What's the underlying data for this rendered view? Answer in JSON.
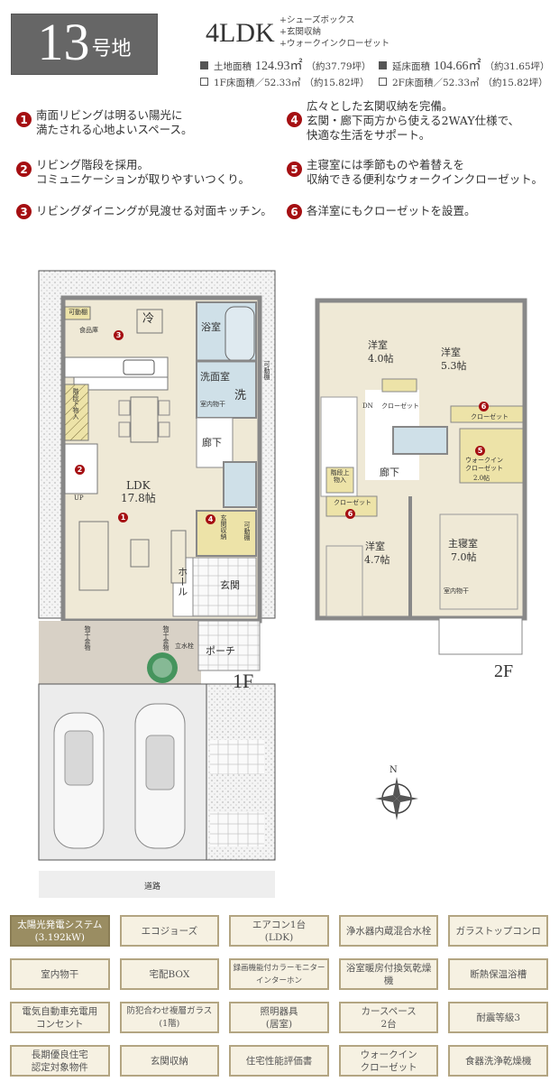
{
  "header": {
    "lot_number": "13",
    "lot_suffix": "号地",
    "plan_type": "4LDK",
    "plan_extras": [
      "+シューズボックス",
      "+玄関収納",
      "+ウォークインクローゼット"
    ],
    "areas": {
      "land_label": "土地面積",
      "land_value": "124.93㎡",
      "land_tsubo": "（約37.79坪）",
      "total_floor_label": "延床面積",
      "total_floor_value": "104.66㎡",
      "total_floor_tsubo": "（約31.65坪）",
      "floor1_label": "1F床面積／52.33㎡",
      "floor1_tsubo": "（約15.82坪）",
      "floor2_label": "2F床面積／52.33㎡",
      "floor2_tsubo": "（約15.82坪）"
    }
  },
  "features": [
    {
      "num": "1",
      "lines": [
        "南面リビングは明るい陽光に",
        "満たされる心地よいスペース。"
      ]
    },
    {
      "num": "2",
      "lines": [
        "リビング階段を採用。",
        "コミュニケーションが取りやすいつくり。"
      ]
    },
    {
      "num": "3",
      "lines": [
        "リビングダイニングが見渡せる対面キッチン。"
      ]
    },
    {
      "num": "4",
      "lines": [
        "広々とした玄関収納を完備。",
        "玄関・廊下両方から使える2WAY仕様で、",
        "快適な生活をサポート。"
      ]
    },
    {
      "num": "5",
      "lines": [
        "主寝室には季節ものや着替えを",
        "収納できる便利なウォークインクローゼット。"
      ]
    },
    {
      "num": "6",
      "lines": [
        "各洋室にもクローゼットを設置。"
      ]
    }
  ],
  "floor1": {
    "label": "1F",
    "rooms": {
      "shelf1": "可動棚",
      "pantry": "食品庫",
      "fridge": "冷",
      "bath": "浴室",
      "washroom": "洗面室",
      "washer": "洗",
      "indoor_dry": "室内物干",
      "shelf2": "可動棚",
      "stair_storage": "階段下物入",
      "hall": "廊下",
      "up": "UP",
      "ldk": "LDK",
      "ldk_size": "17.8帖",
      "entry_storage": "玄関収納",
      "shelf3": "可動棚",
      "holl": "ホール",
      "entrance": "玄関",
      "porch": "ポーチ",
      "faucet": "立水栓",
      "clothes_pole1": "物干金物",
      "clothes_pole2": "物干金物"
    },
    "markers": [
      "3",
      "2",
      "1",
      "4"
    ],
    "road": "道路"
  },
  "floor2": {
    "label": "2F",
    "rooms": {
      "western1": "洋室",
      "western1_size": "4.0帖",
      "western2": "洋室",
      "western2_size": "5.3帖",
      "dn": "DN",
      "closet1": "クローゼット",
      "closet2": "クローゼット",
      "wic": "ウォークイン",
      "wic2": "クローゼット",
      "wic_size": "2.0帖",
      "stair_storage": "階段上物入",
      "hall": "廊下",
      "closet3": "クローゼット",
      "western3": "洋室",
      "western3_size": "4.7帖",
      "master": "主寝室",
      "master_size": "7.0帖",
      "indoor_dry": "室内物干"
    },
    "markers": [
      "6",
      "5",
      "6"
    ]
  },
  "compass": {
    "label": "N"
  },
  "specs": [
    {
      "line1": "太陽光発電システム",
      "line2": "(3.192kW)",
      "highlight": true
    },
    {
      "line1": "エコジョーズ",
      "line2": ""
    },
    {
      "line1": "エアコン1台",
      "line2": "(LDK)"
    },
    {
      "line1": "浄水器内蔵混合水栓",
      "line2": ""
    },
    {
      "line1": "ガラストップコンロ",
      "line2": ""
    },
    {
      "line1": "室内物干",
      "line2": ""
    },
    {
      "line1": "宅配BOX",
      "line2": ""
    },
    {
      "line1": "録画機能付カラーモニター",
      "line2": "インターホン"
    },
    {
      "line1": "浴室暖房付換気乾燥機",
      "line2": ""
    },
    {
      "line1": "断熱保温浴槽",
      "line2": ""
    },
    {
      "line1": "電気自動車充電用",
      "line2": "コンセント"
    },
    {
      "line1": "防犯合わせ複層ガラス",
      "line2": "(1階)"
    },
    {
      "line1": "照明器具",
      "line2": "(居室)"
    },
    {
      "line1": "カースペース",
      "line2": "2台"
    },
    {
      "line1": "耐震等級3",
      "line2": ""
    },
    {
      "line1": "長期優良住宅",
      "line2": "認定対象物件"
    },
    {
      "line1": "玄関収納",
      "line2": ""
    },
    {
      "line1": "住宅性能評価書",
      "line2": ""
    },
    {
      "line1": "ウォークイン",
      "line2": "クローゼット"
    },
    {
      "line1": "食器洗浄乾燥機",
      "line2": ""
    }
  ],
  "colors": {
    "lot_box": "#666666",
    "marker_red": "#a50f12",
    "room_floor": "#efe9d6",
    "wet_area": "#cfe0e8",
    "storage": "#ede3a8",
    "spec_bg": "#f6f1e2",
    "spec_border": "#b3a582",
    "spec_highlight": "#9a8d62"
  }
}
